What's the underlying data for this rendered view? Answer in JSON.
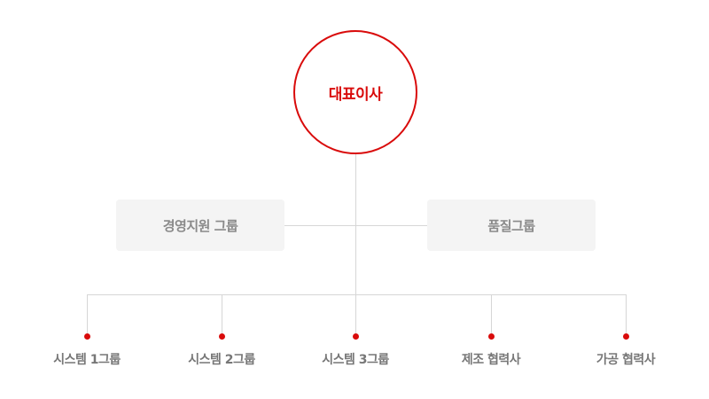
{
  "diagram": {
    "ceo": {
      "label": "대표이사"
    },
    "groups": [
      {
        "label": "경영지원 그룹"
      },
      {
        "label": "품질그룹"
      }
    ],
    "units": [
      {
        "label": "시스템 1그룹"
      },
      {
        "label": "시스템 2그룹"
      },
      {
        "label": "시스템 3그룹"
      },
      {
        "label": "제조 협력사"
      },
      {
        "label": "가공 협력사"
      }
    ]
  },
  "colors": {
    "accent": "#d90b0b",
    "connector": "#d6d6d6",
    "box_fill": "#f4f4f4",
    "box_text": "#8a8a8a",
    "unit_text": "#777777"
  }
}
